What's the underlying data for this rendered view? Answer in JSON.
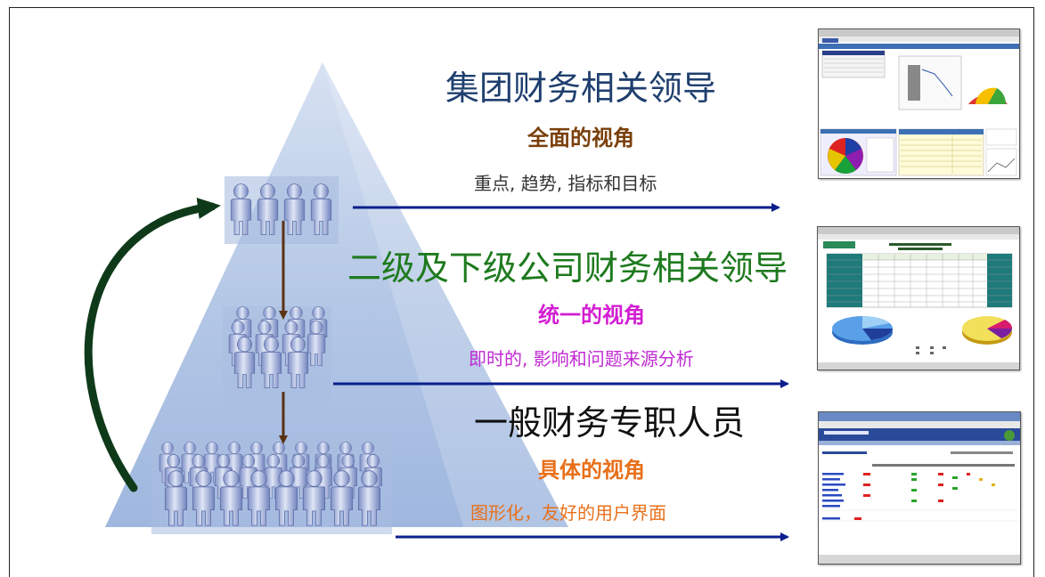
{
  "tier1": {
    "title": "集团财务相关领导",
    "subtitle": "全面的视角",
    "detail": "重点, 趋势, 指标和目标"
  },
  "tier2": {
    "title": "二级及下级公司财务相关领导",
    "subtitle": "统一的视角",
    "detail": "即时的, 影响和问题来源分析"
  },
  "tier3": {
    "title": "一般财务专职人员",
    "subtitle": "具体的视角",
    "detail": "图形化，友好的用户界面"
  },
  "colors": {
    "tier1_title": "#1f3f6e",
    "tier1_subtitle": "#7a3f0a",
    "tier1_detail": "#333333",
    "tier2_title": "#1e7a1e",
    "tier2_subtitle": "#d21ed2",
    "tier2_detail": "#c02ad2",
    "tier3_title": "#111111",
    "tier3_subtitle": "#e8701a",
    "tier3_detail": "#e8701a",
    "arrow": "#0a1e8c",
    "cycle_arrow": "#0f3a1a",
    "pyramid": "#b9cbe6"
  },
  "icons": [
    "people-group-icon",
    "dashboard-screenshot",
    "report-screenshot",
    "ui-screenshot"
  ]
}
